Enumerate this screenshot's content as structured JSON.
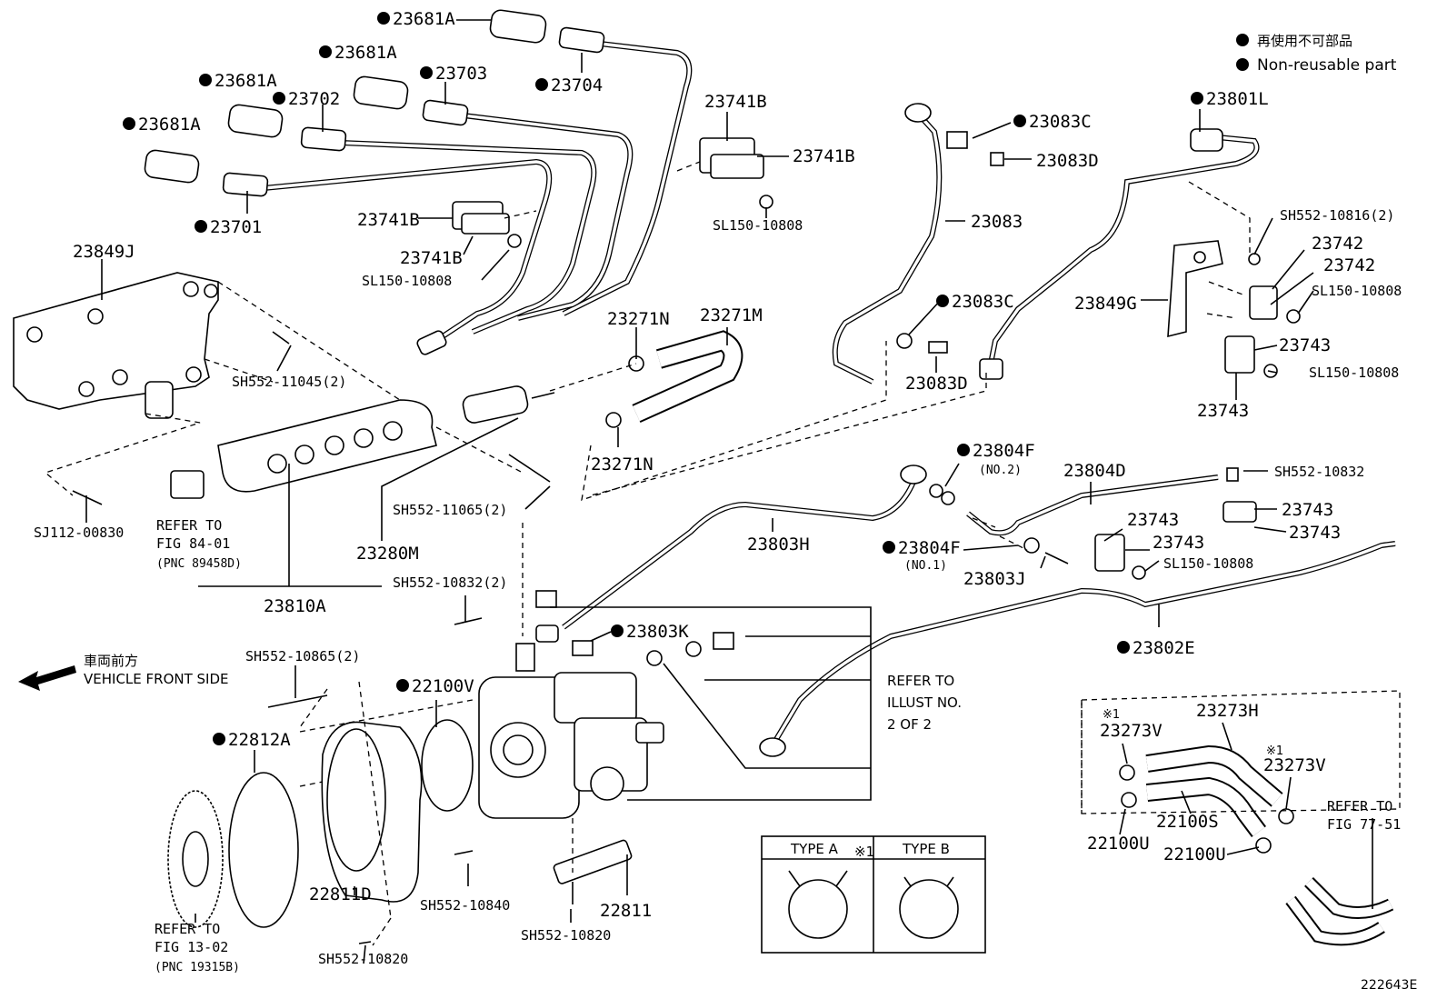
{
  "legend": {
    "jp": "再使用不可部品",
    "en": "Non-reusable part"
  },
  "front": {
    "jp": "車両前方",
    "en": "VEHICLE FRONT SIDE"
  },
  "type_box": {
    "mark": "※1",
    "type_a": "TYPE A",
    "type_b": "TYPE B"
  },
  "illust_id": "222643E",
  "labels": {
    "p23681A_1": "23681A",
    "p23681A_2": "23681A",
    "p23681A_3": "23681A",
    "p23681A_4": "23681A",
    "p23704": "23704",
    "p23703": "23703",
    "p23702": "23702",
    "p23701": "23701",
    "p23741B_1": "23741B",
    "p23741B_2": "23741B",
    "p23741B_3": "23741B",
    "p23741B_4": "23741B",
    "sl150_a": "SL150-10808",
    "sl150_b": "SL150-10808",
    "p23849J": "23849J",
    "sh552_11045": "SH552-11045(2)",
    "sj112": "SJ112-00830",
    "refer_84_1": "REFER TO",
    "refer_84_2": "FIG 84-01",
    "refer_84_3": "(PNC 89458D)",
    "p23280M": "23280M",
    "p23810A": "23810A",
    "sh552_11065": "SH552-11065(2)",
    "p23271N_1": "23271N",
    "p23271M": "23271M",
    "p23271N_2": "23271N",
    "p23083C_1": "23083C",
    "p23083D_1": "23083D",
    "p23083": "23083",
    "p23083C_2": "23083C",
    "p23083D_2": "23083D",
    "p23801L": "23801L",
    "sh552_10816": "SH552-10816(2)",
    "p23742_1": "23742",
    "p23742_2": "23742",
    "p23849G": "23849G",
    "sl150_c": "SL150-10808",
    "p23743_1": "23743",
    "sl150_d": "SL150-10808",
    "p23743_2": "23743",
    "p23804F_1": "23804F",
    "no2": "(NO.2)",
    "p23804D": "23804D",
    "sh552_10832_1": "SH552-10832",
    "p23743_3": "23743",
    "p23743_4": "23743",
    "p23743_5": "23743",
    "p23743_6": "23743",
    "sl150_e": "SL150-10808",
    "p23803H": "23803H",
    "p23804F_2": "23804F",
    "no1": "(NO.1)",
    "p23803J": "23803J",
    "p23802E": "23802E",
    "sh552_10832_2": "SH552-10832(2)",
    "p23803K": "23803K",
    "sh552_10865": "SH552-10865(2)",
    "p22100V": "22100V",
    "p22812A": "22812A",
    "refer_illust_1": "REFER TO",
    "refer_illust_2": "ILLUST NO.",
    "refer_illust_3": "2 OF 2",
    "p22811D": "22811D",
    "sh552_10840": "SH552-10840",
    "sh552_10820_1": "SH552-10820",
    "p22811": "22811",
    "sh552_10820_2": "SH552-10820",
    "refer_13_1": "REFER TO",
    "refer_13_2": "FIG 13-02",
    "refer_13_3": "(PNC 19315B)",
    "mark1_a": "※1",
    "p23273V_1": "23273V",
    "p23273H": "23273H",
    "mark1_b": "※1",
    "p23273V_2": "23273V",
    "p22100S": "22100S",
    "p22100U_1": "22100U",
    "p22100U_2": "22100U",
    "refer_77_1": "REFER TO",
    "refer_77_2": "FIG 77-51"
  }
}
